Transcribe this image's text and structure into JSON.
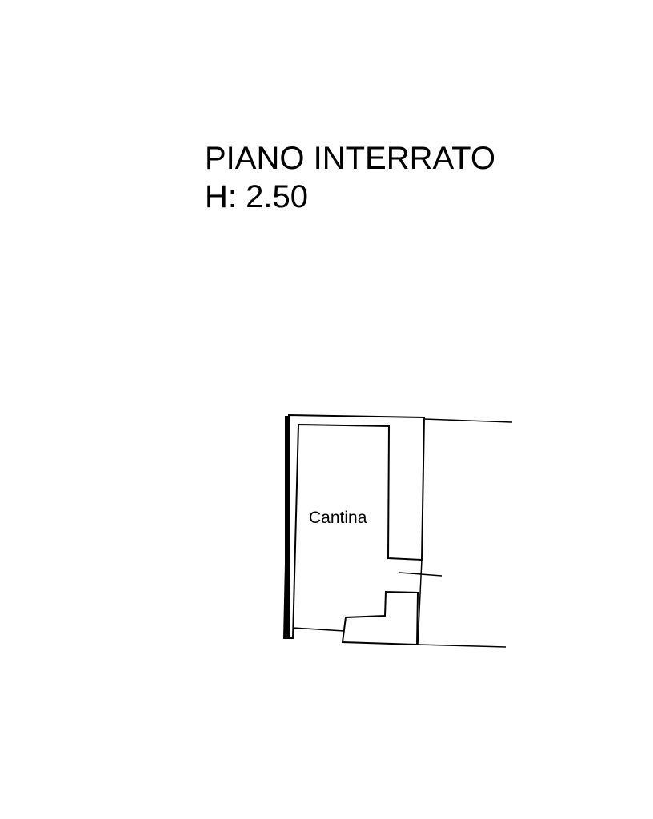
{
  "plan": {
    "floor_name": "PIANO INTERRATO",
    "height_label": "H: 2.50",
    "rooms": [
      {
        "label": "Cantina"
      }
    ]
  },
  "colors": {
    "background": "#ffffff",
    "line": "#000000"
  }
}
